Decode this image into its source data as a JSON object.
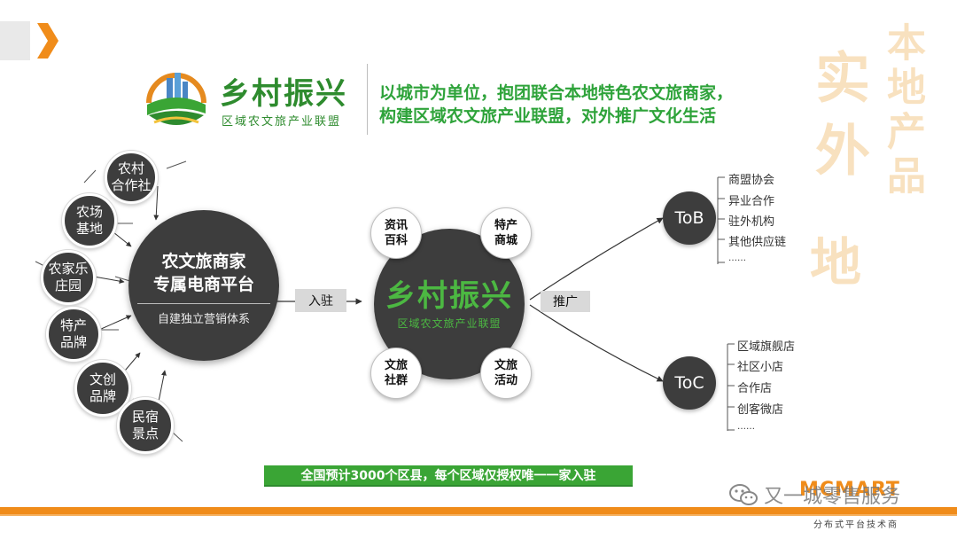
{
  "header": {
    "logo_title": "乡村振兴",
    "logo_subtitle": "区域农文旅产业联盟",
    "slogan_line1": "以城市为单位，抱团联合本地特色农文旅商家，",
    "slogan_line2": "构建区域农文旅产业联盟，对外推广文化生活"
  },
  "watermark": {
    "col1": "实外",
    "col1b": "地",
    "col2": "本地产品"
  },
  "left": {
    "satellites": [
      "农村\n合作社",
      "农场\n基地",
      "农家乐\n庄园",
      "特产\n品牌",
      "文创\n品牌",
      "民宿\n景点"
    ],
    "platform_title_line1": "农文旅商家",
    "platform_title_line2": "专属电商平台",
    "platform_subtitle": "自建独立营销体系"
  },
  "center": {
    "arrow_in_label": "入驻",
    "arrow_out_label": "推广",
    "main_title": "乡村振兴",
    "main_subtitle": "区域农文旅产业联盟",
    "minis": [
      "资讯\n百科",
      "特产\n商城",
      "文旅\n社群",
      "文旅\n活动"
    ]
  },
  "right": {
    "tob": {
      "label": "ToB",
      "items": [
        "商盟协会",
        "异业合作",
        "驻外机构",
        "其他供应链",
        "……"
      ]
    },
    "toc": {
      "label": "ToC",
      "items": [
        "区域旗舰店",
        "社区小店",
        "合作店",
        "创客微店",
        "……"
      ]
    }
  },
  "footer": {
    "banner": "全国预计3000个区县，每个区域仅授权唯一一家入驻",
    "wechat_name": "又一城零售服务",
    "brand_logo": "MCMART",
    "brand_tagline": "分布式平台技术商"
  },
  "colors": {
    "accent_orange": "#f08c1a",
    "green": "#3aa535",
    "dark": "#3d3d3d"
  }
}
